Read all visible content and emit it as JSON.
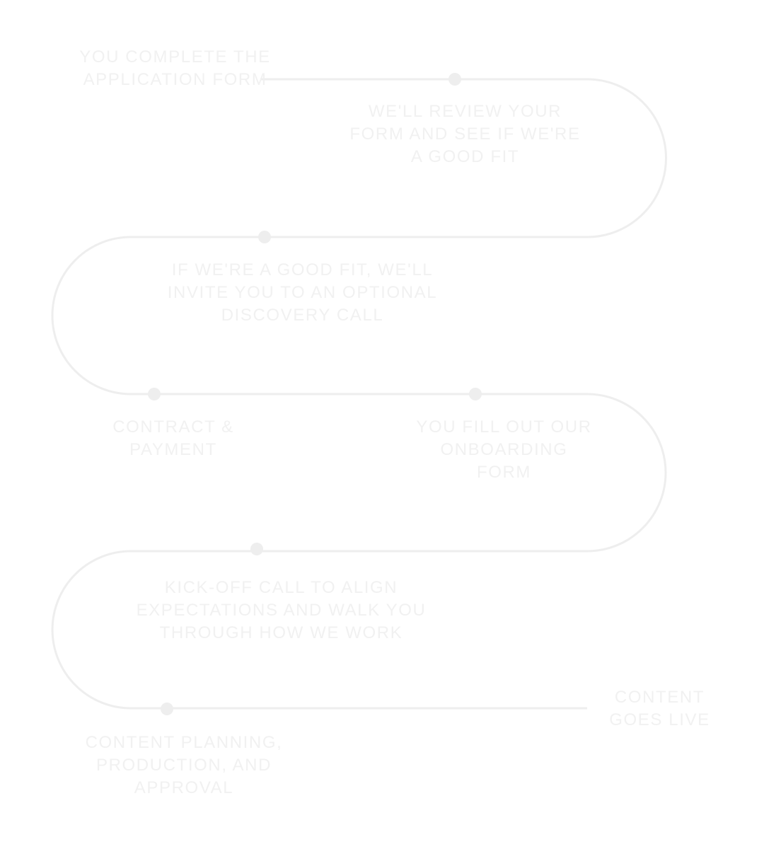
{
  "colors": {
    "background": "#ffffff",
    "line": "#eeeeee",
    "text": "#f1f1f1",
    "dot": "#eeeeee"
  },
  "steps": [
    {
      "label": "YOU COMPLETE THE APPLICATION FORM"
    },
    {
      "label": "WE'LL REVIEW YOUR FORM AND SEE IF WE'RE A GOOD FIT"
    },
    {
      "label": "IF WE'RE A GOOD FIT, WE'LL INVITE YOU TO AN OPTIONAL DISCOVERY CALL"
    },
    {
      "label": "CONTRACT & PAYMENT"
    },
    {
      "label": "YOU FILL OUT OUR ONBOARDING FORM"
    },
    {
      "label": "KICK-OFF CALL TO ALIGN EXPECTATIONS AND WALK YOU THROUGH HOW WE WORK"
    },
    {
      "label": "CONTENT PLANNING, PRODUCTION, AND APPROVAL"
    },
    {
      "label": "CONTENT GOES LIVE"
    }
  ]
}
